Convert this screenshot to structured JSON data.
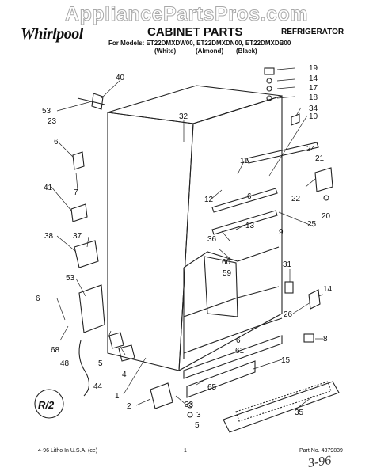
{
  "header": {
    "watermark": "AppliancePartsPros.com",
    "brand": "Whirlpool",
    "title": "CABINET PARTS",
    "category": "REFRIGERATOR",
    "models": "For Models: ET22DMXDW00, ET22DMXDN00, ET22DMXDB00",
    "colors": [
      "(White)",
      "(Almond)",
      "(Black)"
    ]
  },
  "callouts": [
    "40",
    "53",
    "23",
    "32",
    "6",
    "7",
    "41",
    "11",
    "12",
    "6",
    "38",
    "37",
    "53",
    "6",
    "68",
    "48",
    "44",
    "5",
    "4",
    "1",
    "2",
    "33",
    "3",
    "5",
    "19",
    "14",
    "17",
    "18",
    "34",
    "10",
    "24",
    "21",
    "22",
    "20",
    "25",
    "9",
    "13",
    "36",
    "60",
    "59",
    "31",
    "14",
    "26",
    "8",
    "6",
    "61",
    "15",
    "65",
    "35"
  ],
  "badge": "R/2",
  "footer": {
    "left": "4-96 Litho In U.S.A. (ce)",
    "center": "1",
    "right": "Part No. 4379839",
    "handwritten": "3-96"
  }
}
